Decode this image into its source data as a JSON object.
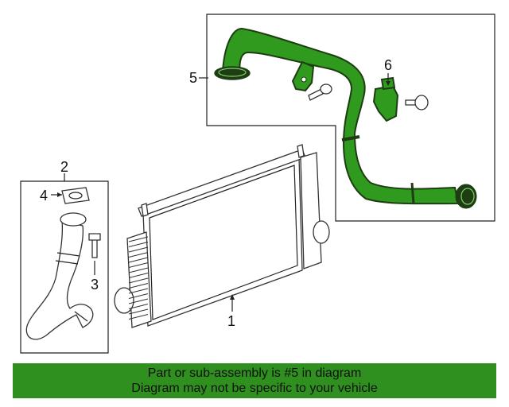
{
  "callouts": {
    "c1": "1",
    "c2": "2",
    "c3": "3",
    "c4": "4",
    "c5": "5",
    "c6": "6"
  },
  "banner": {
    "line1": "Part or sub-assembly is #5 in diagram",
    "line2": "Diagram may not be specific to your vehicle"
  },
  "colors": {
    "highlight_part": "#2f9a1e",
    "banner_bg": "#2f8f1f",
    "outline": "#333333"
  }
}
